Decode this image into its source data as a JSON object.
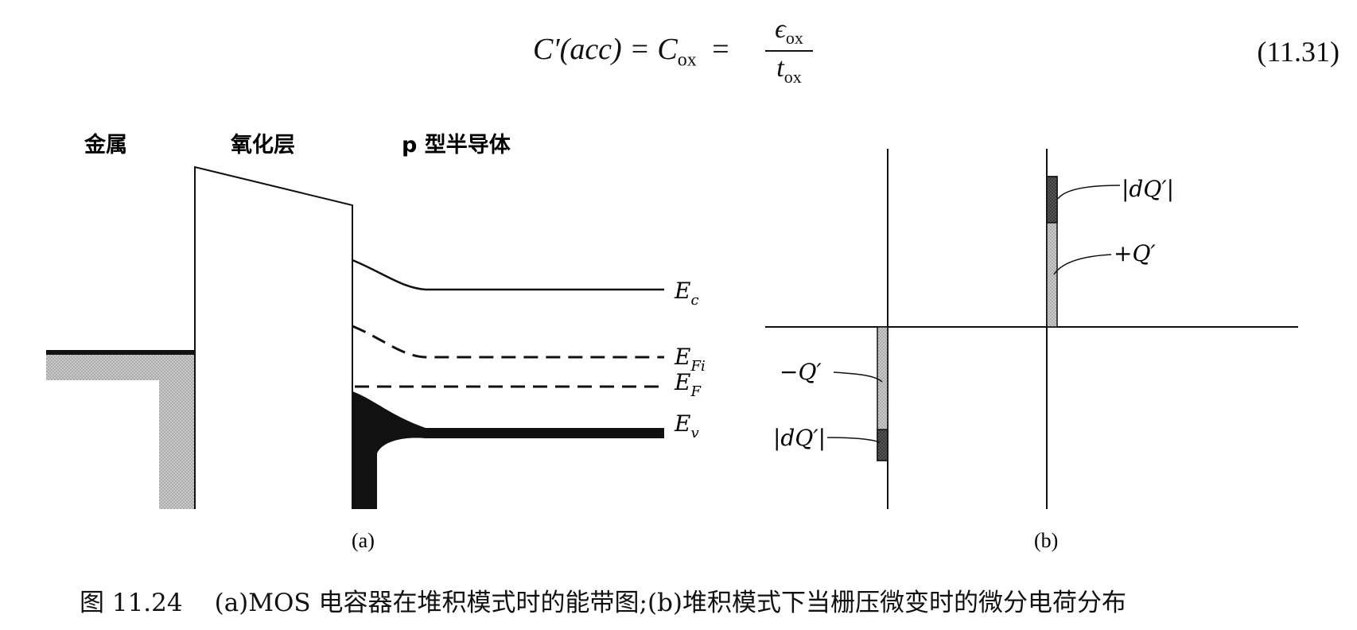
{
  "equation": {
    "lhs": "C′(acc) = C",
    "lhs_sub": "ox",
    "equals": "=",
    "numerator": "ϵ",
    "numerator_sub": "ox",
    "denominator": "t",
    "denominator_sub": "ox",
    "number": "(11.31)"
  },
  "panel_a": {
    "label_metal": "金属",
    "label_oxide": "氧化层",
    "label_semiconductor": "p 型半导体",
    "Ec": "E",
    "Ec_sub": "c",
    "EFi": "E",
    "EFi_sub": "Fi",
    "EF": "E",
    "EF_sub": "F",
    "Ev": "E",
    "Ev_sub": "v",
    "caption": "(a)"
  },
  "panel_b": {
    "dQ_top": "|dQ′|",
    "plusQ": "+Q′",
    "minusQ": "−Q′",
    "dQ_bottom": "|dQ′|",
    "caption": "(b)"
  },
  "caption": {
    "number": "图 11.24",
    "text": "(a)MOS 电容器在堆积模式时的能带图;(b)堆积模式下当栅压微变时的微分电荷分布"
  }
}
